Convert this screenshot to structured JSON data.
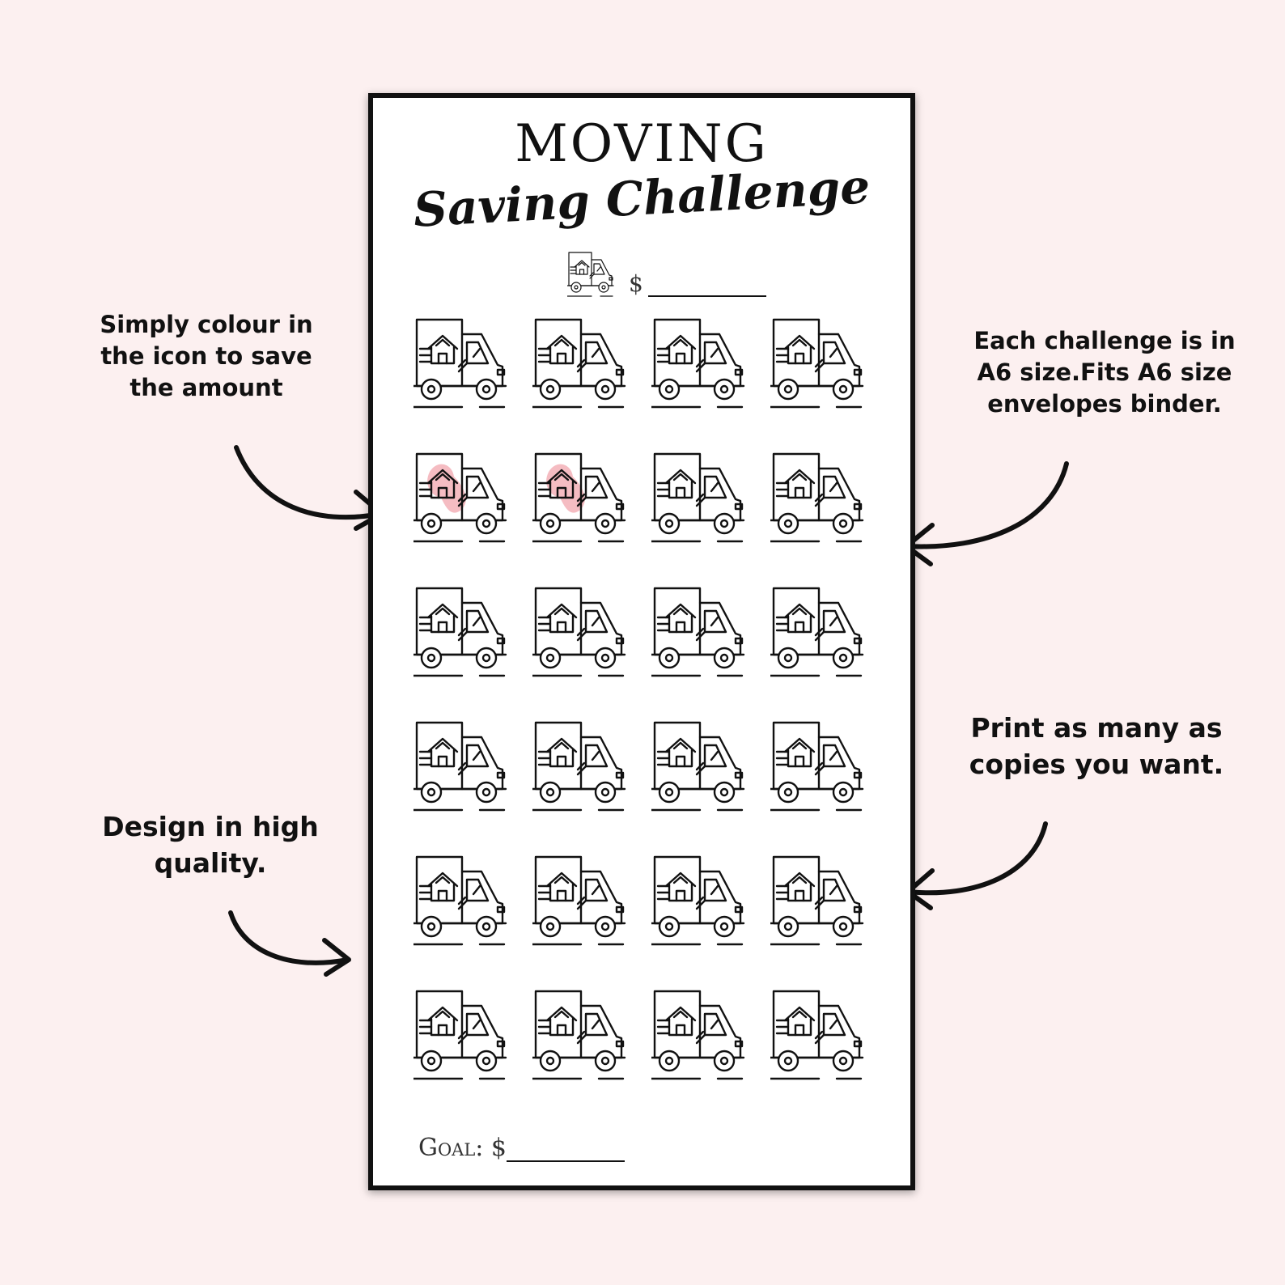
{
  "annotations": {
    "top_left": "Simply colour in the icon to save the amount",
    "top_right": "Each challenge is in A6 size.Fits A6 size envelopes binder.",
    "bottom_left": "Design in high quality.",
    "bottom_right": "Print as many as copies you want."
  },
  "card": {
    "title": "MOVING",
    "subtitle": "Saving Challenge",
    "currency": "$",
    "goal_label": "Goal: $"
  },
  "grid": {
    "rows": 6,
    "columns": 4,
    "icon": "moving-truck-icon",
    "colored_cells": [
      4,
      5
    ]
  },
  "colors": {
    "background": "#fcf0f0",
    "ink": "#111111",
    "highlight": "#f2a6ad"
  }
}
